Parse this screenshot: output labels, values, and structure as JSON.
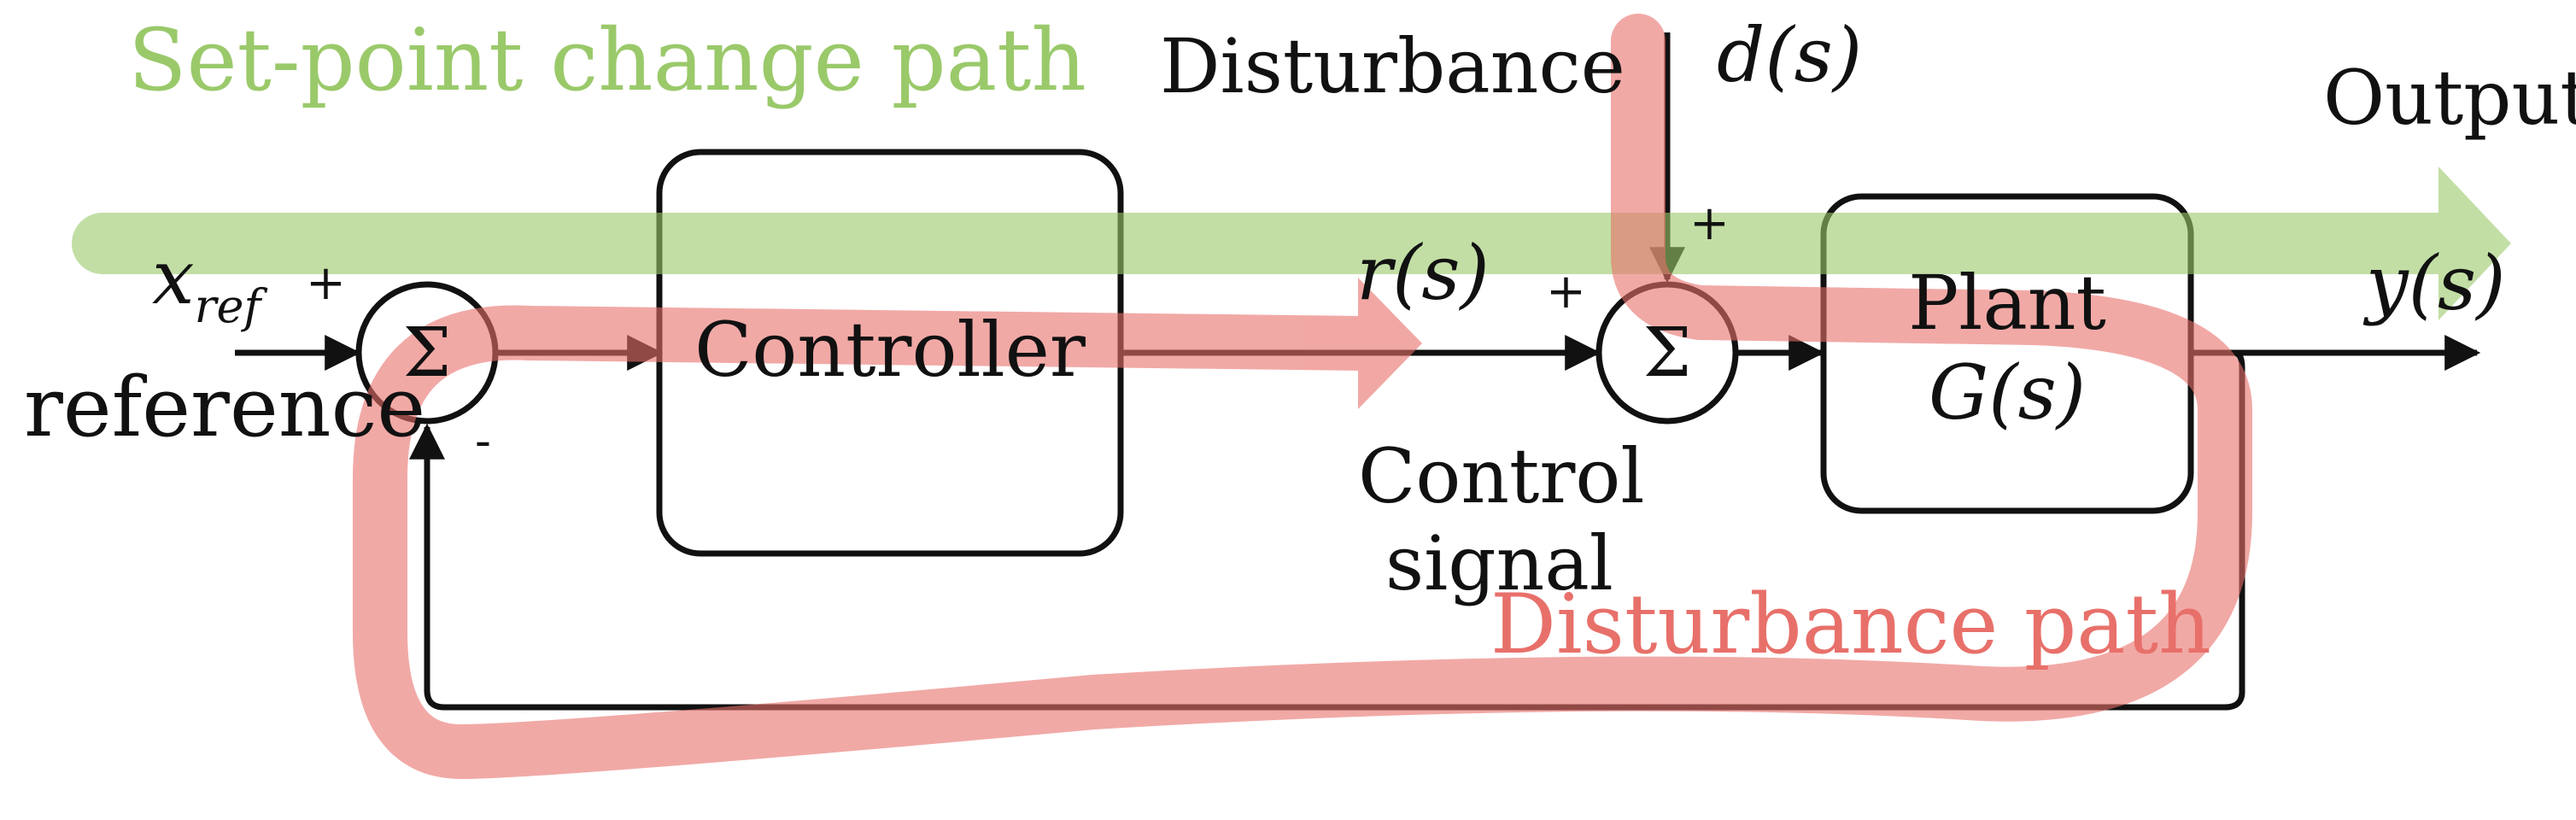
{
  "paths": {
    "setpoint_label": "Set-point change path",
    "disturbance_label": "Disturbance path",
    "setpoint_color": "#9ac96a",
    "disturbance_color": "#e8706a"
  },
  "labels": {
    "disturbance": "Disturbance",
    "d_signal": "d(s)",
    "output": "Output",
    "y_signal": "y(s)",
    "r_signal": "r(s)",
    "x_ref_main": "x",
    "x_ref_sub": "ref",
    "reference": "reference",
    "control_signal_line1": "Control",
    "control_signal_line2": "signal"
  },
  "blocks": {
    "controller": "Controller",
    "plant_line1": "Plant",
    "plant_line2": "G(s)"
  },
  "summing": {
    "symbol": "Σ",
    "sum1_plus": "+",
    "sum1_minus": "-",
    "sum2_plus_left": "+",
    "sum2_plus_top": "+"
  }
}
